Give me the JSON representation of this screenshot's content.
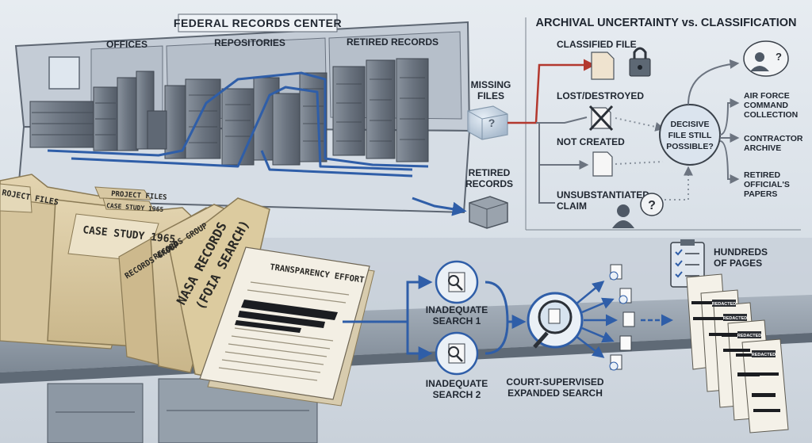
{
  "facility": {
    "title": "FEDERAL RECORDS CENTER",
    "sections": [
      "OFFICES",
      "REPOSITORIES",
      "RETIRED RECORDS"
    ],
    "missing_files": [
      "MISSING",
      "FILES"
    ],
    "retired_records": [
      "RETIRED",
      "RECORDS"
    ]
  },
  "uncertainty": {
    "title": "ARCHIVAL UNCERTAINTY vs. CLASSIFICATION",
    "branches": {
      "classified": [
        "CLASSIFIED FILE"
      ],
      "lost": [
        "LOST/DESTROYED"
      ],
      "not_created": [
        "NOT CREATED"
      ],
      "unsubstantiated": [
        "UNSUBSTANTIATED",
        "CLAIM"
      ]
    },
    "decision": [
      "DECISIVE",
      "FILE STILL",
      "POSSIBLE?"
    ],
    "outcomes": {
      "air_force": [
        "AIR FORCE",
        "COMMAND",
        "COLLECTION"
      ],
      "contractor": [
        "CONTRACTOR",
        "ARCHIVE"
      ],
      "retired": [
        "RETIRED",
        "OFFICIAL'S",
        "PAPERS"
      ]
    }
  },
  "folders": {
    "tabs": [
      "ROJECT FILES",
      "PROJECT FILES",
      "CASE STUDY 1965",
      "RECORDS GROUP",
      "RECORDS GROUP"
    ],
    "case_study": "CASE STUDY 1965",
    "nasa": [
      "NASA RECORDS",
      "(FOIA SEARCH)"
    ],
    "document_title": "TRANSPARENCY EFFORT"
  },
  "search": {
    "search1": [
      "INADEQUATE",
      "SEARCH 1"
    ],
    "search2": [
      "INADEQUATE",
      "SEARCH 2"
    ],
    "court": [
      "COURT-SUPERVISED",
      "EXPANDED SEARCH"
    ],
    "hundreds": [
      "HUNDREDS",
      "OF PAGES"
    ],
    "stamp": "REDACTED"
  },
  "colors": {
    "accent_blue": "#2f5ea8",
    "red_line": "#b3382e",
    "folder": "#d9c9a3",
    "shelving": "#6f7884"
  }
}
